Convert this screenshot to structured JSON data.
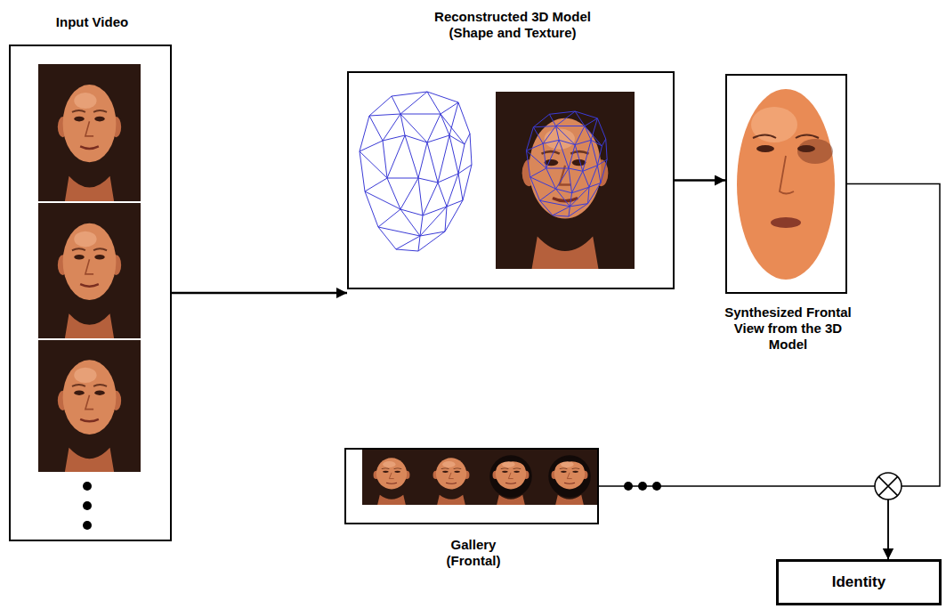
{
  "diagram": {
    "nodes": [
      {
        "text": [
          "Input Video"
        ]
      },
      {
        "text": [
          "Reconstructed 3D Model (Shape and Texture)"
        ]
      },
      {
        "text": [
          "Synthesized Frontal View from the 3D Model"
        ]
      },
      {
        "text": [
          "Gallery (Frontal)"
        ]
      },
      {
        "text": [
          "Identity"
        ]
      }
    ],
    "edges": [
      {
        "from": 0,
        "to": 1,
        "arrow": "to"
      },
      {
        "from": 1,
        "to": 2,
        "arrow": "to"
      },
      {
        "from": 2,
        "to": 4,
        "arrow": "to"
      },
      {
        "from": 3,
        "to": 4,
        "arrow": "to"
      }
    ]
  }
}
